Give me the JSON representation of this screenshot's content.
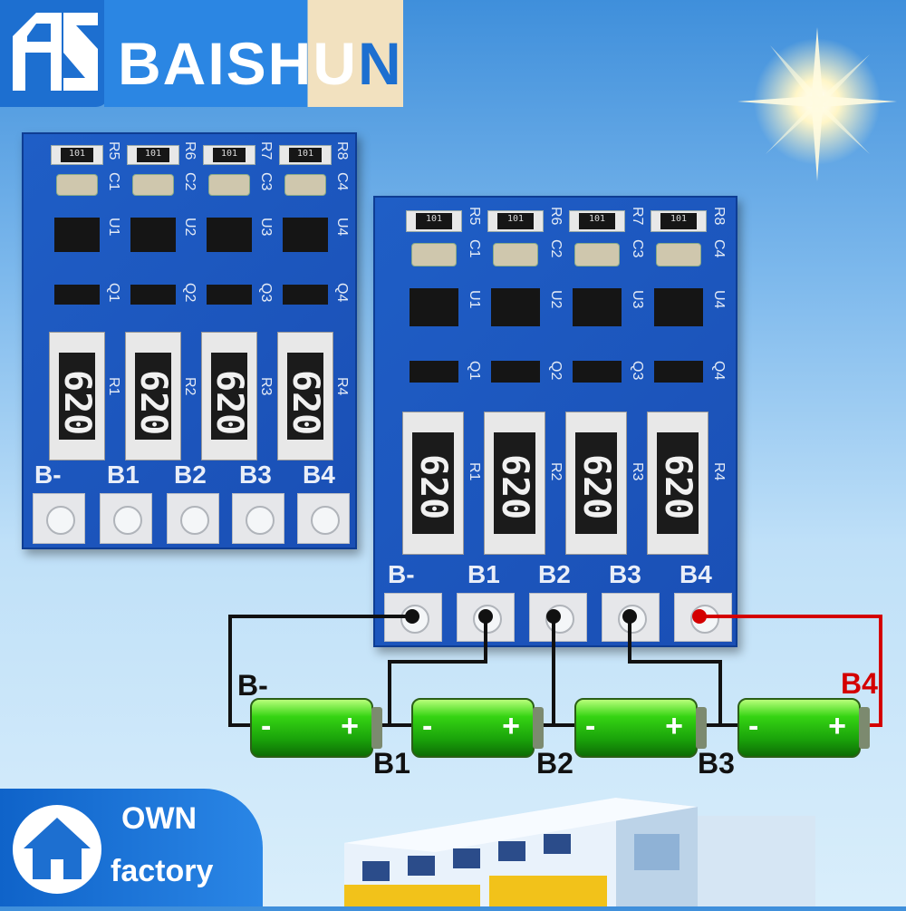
{
  "brand": {
    "name_main": "BAISHU",
    "name_tail": "N"
  },
  "board_small": {
    "smd_resistors": [
      "101",
      "101",
      "101",
      "101"
    ],
    "smd_refs": [
      "R5",
      "R6",
      "R7",
      "R8"
    ],
    "cap_refs": [
      "C1",
      "C2",
      "C3",
      "C4"
    ],
    "ic_refs": [
      "U1",
      "U2",
      "U3",
      "U4"
    ],
    "q_refs": [
      "Q1",
      "Q2",
      "Q3",
      "Q4"
    ],
    "big_resistor_values": [
      "620",
      "620",
      "620",
      "620"
    ],
    "big_resistor_refs": [
      "R1",
      "R2",
      "R3",
      "R4"
    ],
    "pad_labels": [
      "B-",
      "B1",
      "B2",
      "B3",
      "B4"
    ]
  },
  "board_large": {
    "smd_resistors": [
      "101",
      "101",
      "101",
      "101"
    ],
    "smd_refs": [
      "R5",
      "R6",
      "R7",
      "R8"
    ],
    "cap_refs": [
      "C1",
      "C2",
      "C3",
      "C4"
    ],
    "ic_refs": [
      "U1",
      "U2",
      "U3",
      "U4"
    ],
    "q_refs": [
      "Q1",
      "Q2",
      "Q3",
      "Q4"
    ],
    "big_resistor_values": [
      "620",
      "620",
      "620",
      "620"
    ],
    "big_resistor_refs": [
      "R1",
      "R2",
      "R3",
      "R4"
    ],
    "pad_labels": [
      "B-",
      "B1",
      "B2",
      "B3",
      "B4"
    ]
  },
  "wiring": {
    "labels": [
      "B-",
      "B1",
      "B2",
      "B3",
      "B4"
    ],
    "battery_minus": "-",
    "battery_plus": "+",
    "colors": {
      "wire": "#111111",
      "positive_wire": "#d40000"
    }
  },
  "badge": {
    "line1": "OWN",
    "line2": "factory"
  }
}
